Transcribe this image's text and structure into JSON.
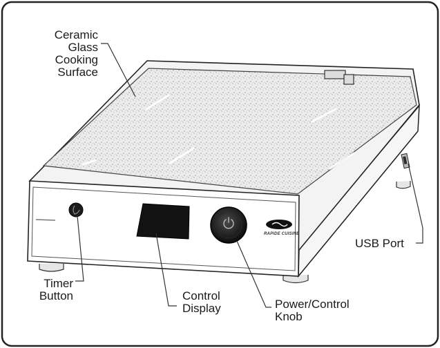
{
  "labels": {
    "cooking_surface": "Ceramic\nGlass\nCooking\nSurface",
    "usb_port": "USB Port",
    "timer_button": "Timer\nButton",
    "control_display": "Control\nDisplay",
    "power_knob": "Power/Control\nKnob"
  },
  "brand": {
    "model_text": "RAPIDE CUISINE"
  }
}
